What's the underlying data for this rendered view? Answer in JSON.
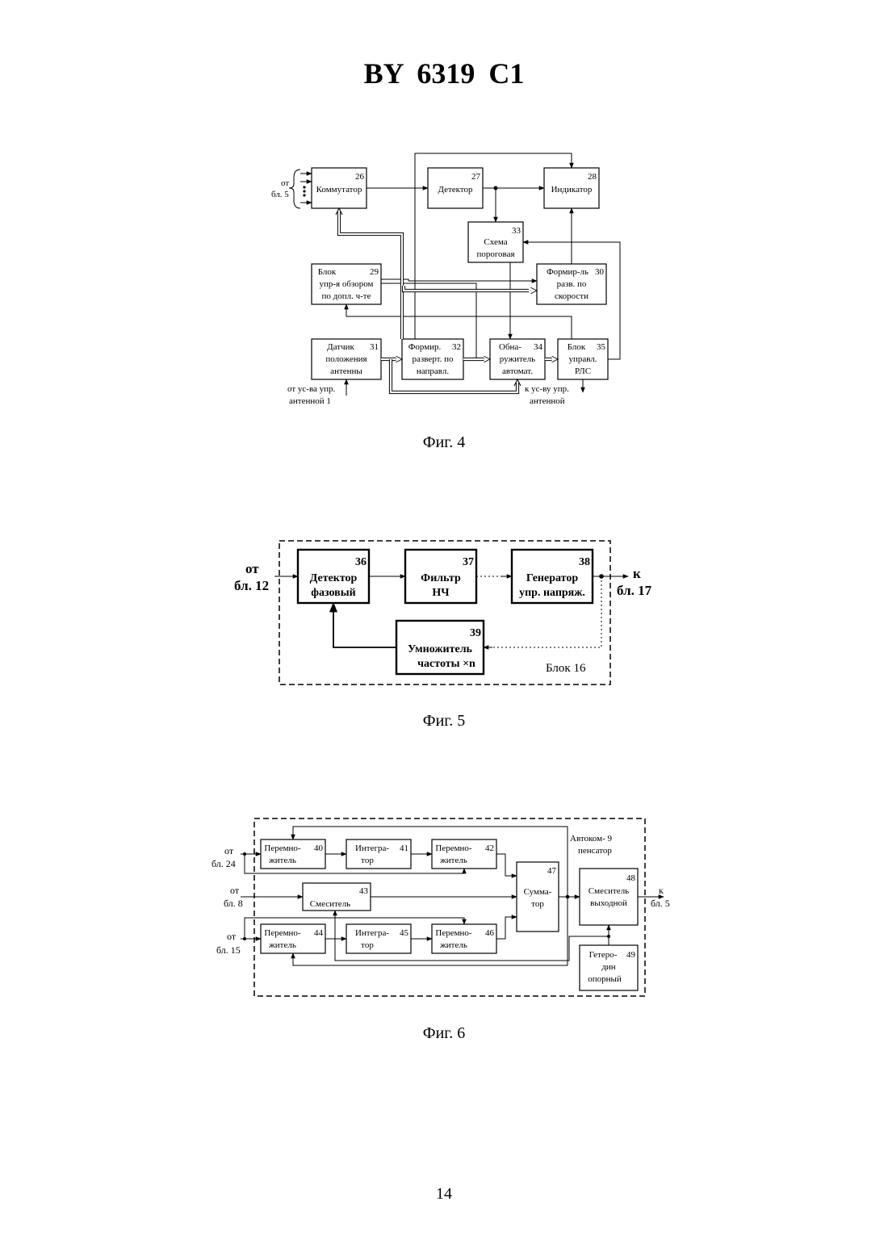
{
  "header": {
    "doc_number": "BY 6319 C1"
  },
  "fig4": {
    "caption": "Фиг. 4",
    "in_label": [
      "от",
      "бл. 5"
    ],
    "blocks": {
      "b26": {
        "num": "26",
        "lines": [
          "Коммутатор"
        ]
      },
      "b27": {
        "num": "27",
        "lines": [
          "Детектор"
        ]
      },
      "b28": {
        "num": "28",
        "lines": [
          "Индикатор"
        ]
      },
      "b33": {
        "num": "33",
        "lines": [
          "Схема",
          "пороговая"
        ]
      },
      "b29": {
        "num": "29",
        "lines": [
          "Блок",
          "упр-я обзором",
          "по допл. ч-те"
        ]
      },
      "b30": {
        "num": "30",
        "lines": [
          "Формир-ль",
          "разв. по",
          "скорости"
        ]
      },
      "b31": {
        "num": "31",
        "lines": [
          "Датчик",
          "положения",
          "антенны"
        ]
      },
      "b32": {
        "num": "32",
        "lines": [
          "Формир.",
          "разверт. по",
          "направл."
        ]
      },
      "b34": {
        "num": "34",
        "lines": [
          "Обна-",
          "ружитель",
          "автомат."
        ]
      },
      "b35": {
        "num": "35",
        "lines": [
          "Блок",
          "управл.",
          "РЛС"
        ]
      }
    },
    "bottom_left": [
      "от ус-ва упр.",
      "антенной 1"
    ],
    "bottom_right": [
      "к ус-ву упр.",
      "антенной"
    ]
  },
  "fig5": {
    "caption": "Фиг. 5",
    "in_label": [
      "от",
      "бл. 12"
    ],
    "out_label": [
      "к",
      "бл. 17"
    ],
    "block_label": "Блок 16",
    "blocks": {
      "b36": {
        "num": "36",
        "lines": [
          "Детектор",
          "фазовый"
        ]
      },
      "b37": {
        "num": "37",
        "lines": [
          "Фильтр",
          "НЧ"
        ]
      },
      "b38": {
        "num": "38",
        "lines": [
          "Генератор",
          "упр. напряж."
        ]
      },
      "b39": {
        "num": "39",
        "lines": [
          "Умножитель",
          "частоты ×n"
        ]
      }
    }
  },
  "fig6": {
    "caption": "Фиг. 6",
    "in1": [
      "от",
      "бл. 24"
    ],
    "in2": [
      "от",
      "бл. 8"
    ],
    "in3": [
      "от",
      "бл. 15"
    ],
    "out_label": [
      "к",
      "бл. 5"
    ],
    "comp_label": [
      "Автоком- 9",
      "пенсатор"
    ],
    "blocks": {
      "b40": {
        "num": "40",
        "lines": [
          "Перемно-",
          "житель"
        ]
      },
      "b41": {
        "num": "41",
        "lines": [
          "Интегра-",
          "тор"
        ]
      },
      "b42": {
        "num": "42",
        "lines": [
          "Перемно-",
          "житель"
        ]
      },
      "b43": {
        "num": "43",
        "lines": [
          "Смеситель"
        ]
      },
      "b44": {
        "num": "44",
        "lines": [
          "Перемно-",
          "житель"
        ]
      },
      "b45": {
        "num": "45",
        "lines": [
          "Интегра-",
          "тор"
        ]
      },
      "b46": {
        "num": "46",
        "lines": [
          "Перемно-",
          "житель"
        ]
      },
      "b47": {
        "num": "47",
        "lines": [
          "Сумма-",
          "тор"
        ]
      },
      "b48": {
        "num": "48",
        "lines": [
          "Смеситель",
          "выходной"
        ]
      },
      "b49": {
        "num": "49",
        "lines": [
          "Гетеро-",
          "дин",
          "опорный"
        ]
      }
    }
  },
  "footer": {
    "page_number": "14"
  }
}
